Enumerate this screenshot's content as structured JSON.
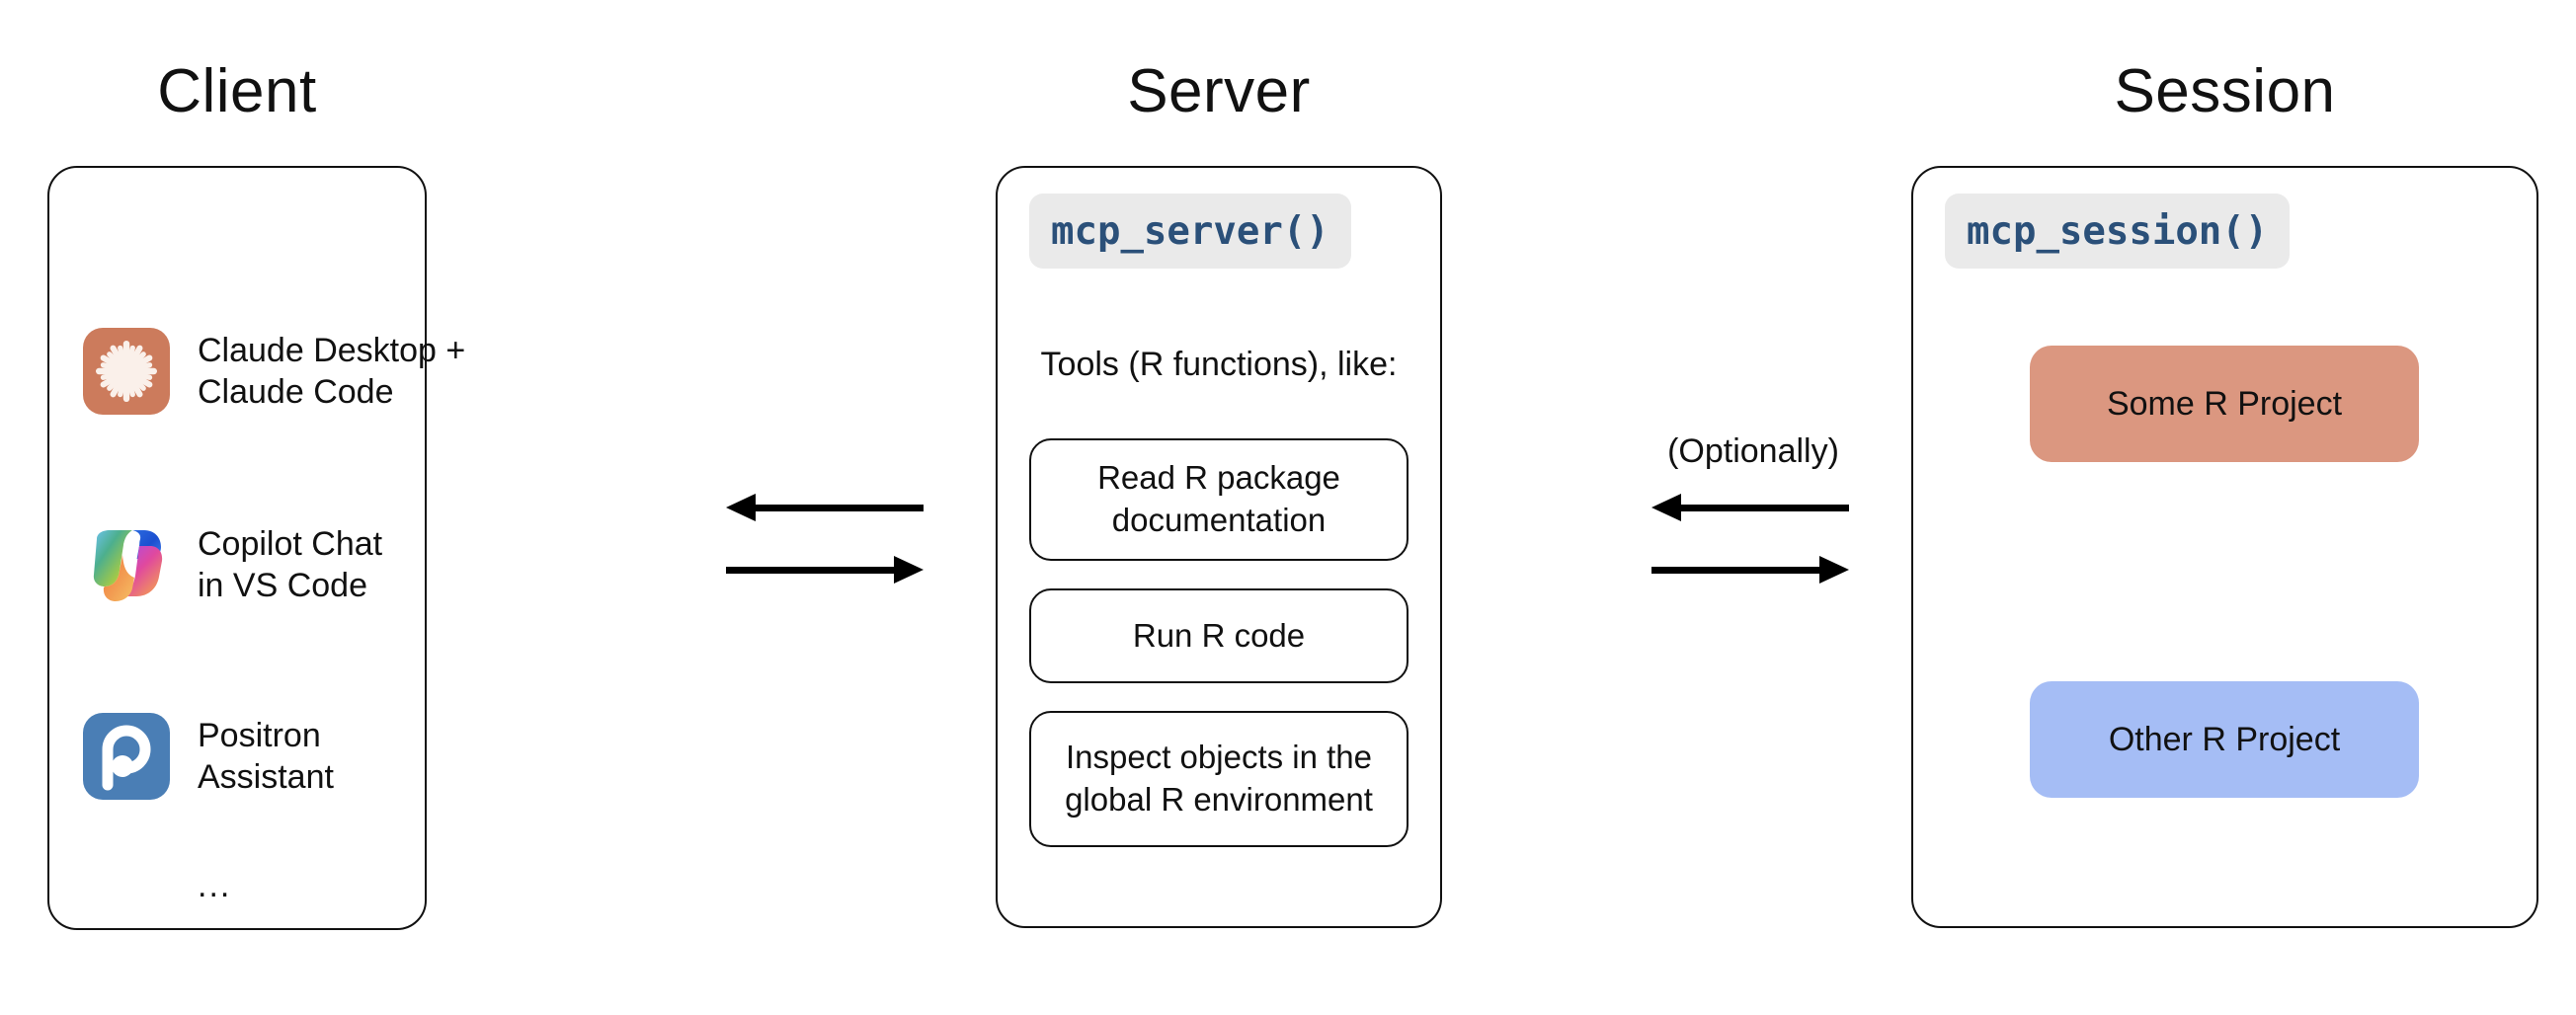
{
  "columns": {
    "client_title": "Client",
    "server_title": "Server",
    "session_title": "Session"
  },
  "client": {
    "items": [
      {
        "icon": "claude-icon",
        "label": "Claude Desktop +\nClaude Code"
      },
      {
        "icon": "copilot-icon",
        "label": "Copilot Chat\nin VS Code"
      },
      {
        "icon": "positron-icon",
        "label": "Positron\nAssistant"
      }
    ],
    "ellipsis": "..."
  },
  "server": {
    "badge": "mcp_server()",
    "caption": "Tools (R functions), like:",
    "tools": [
      "Read R package\ndocumentation",
      "Run R code",
      "Inspect objects in the\nglobal R environment"
    ]
  },
  "session": {
    "badge": "mcp_session()",
    "projects": [
      {
        "label": "Some R Project",
        "color": "#DB9780"
      },
      {
        "label": "Other R Project",
        "color": "#A5BDF5"
      }
    ]
  },
  "connectors": {
    "optionally_label": "(Optionally)"
  },
  "colors": {
    "claude_icon_bg": "#CC7B5C",
    "positron_icon_bg": "#4A7EB5",
    "code_badge_bg": "#EAEAEA",
    "code_badge_text": "#2B5079",
    "project_some": "#DB9780",
    "project_other": "#A5BDF5",
    "stroke": "#111111"
  }
}
